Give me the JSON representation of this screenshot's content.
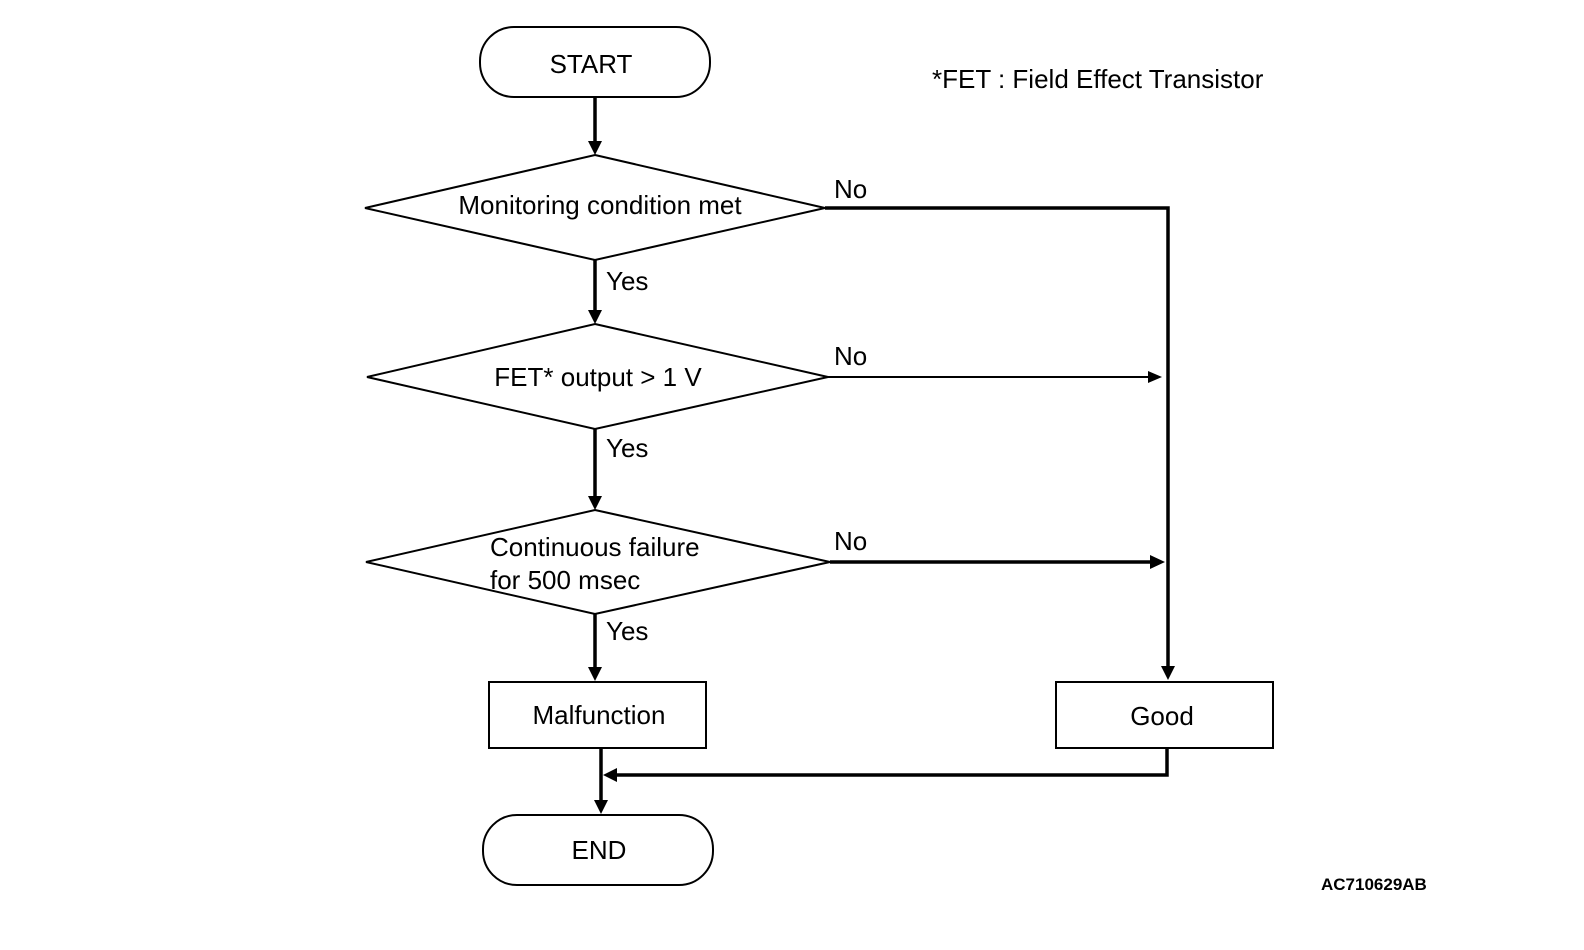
{
  "flowchart": {
    "start": "START",
    "end": "END",
    "note": "*FET : Field Effect Transistor",
    "decisions": [
      {
        "lines": [
          "Monitoring condition met"
        ],
        "yes": "Yes",
        "no": "No"
      },
      {
        "lines": [
          "FET* output > 1 V"
        ],
        "yes": "Yes",
        "no": "No"
      },
      {
        "lines": [
          "Continuous failure",
          "for 500 msec"
        ],
        "yes": "Yes",
        "no": "No"
      }
    ],
    "malfunction": "Malfunction",
    "good": "Good",
    "figure_code": "AC710629AB"
  }
}
